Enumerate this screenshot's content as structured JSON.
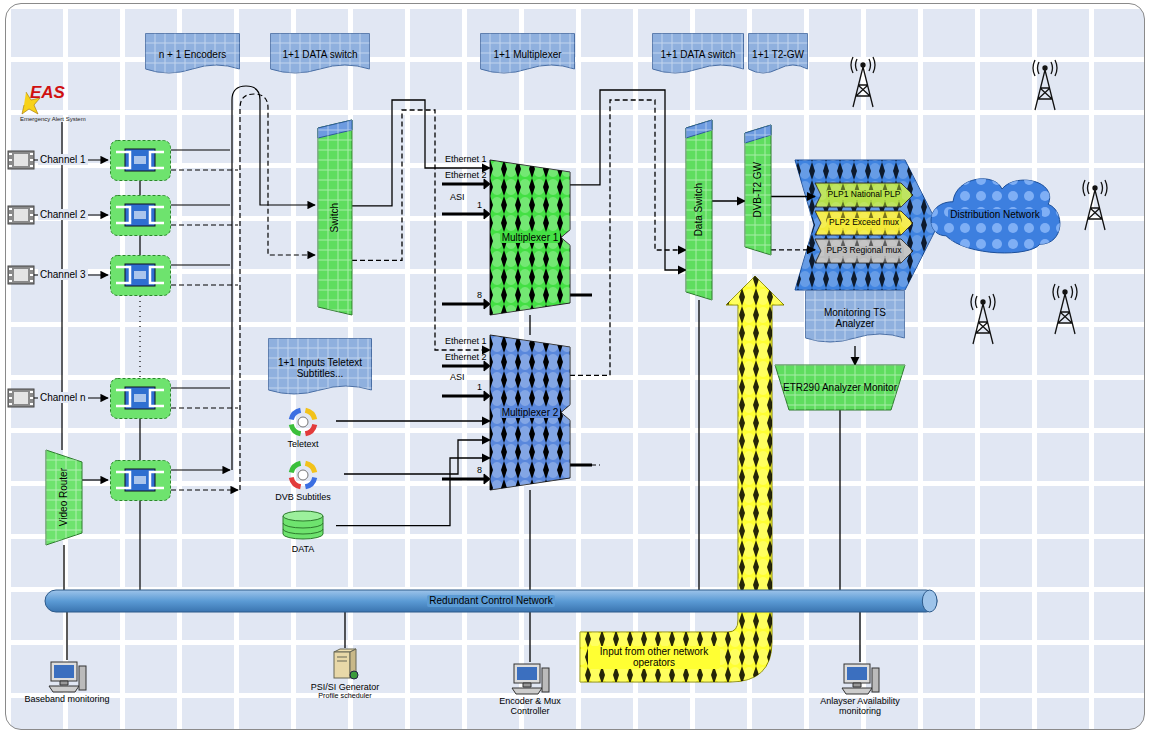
{
  "diagram": {
    "nodes": [
      {
        "text": [
          "n + 1 Encoders"
        ]
      },
      {
        "text": [
          "1+1 DATA switch"
        ]
      },
      {
        "text": [
          "1+1 Multiplexer"
        ]
      },
      {
        "text": [
          "1+1 DATA switch"
        ]
      },
      {
        "text": [
          "1+1 T2-GW"
        ]
      },
      {
        "text": [
          "Video Router"
        ]
      },
      {
        "text": [
          "Switch"
        ]
      },
      {
        "text": [
          "Multiplexer 1"
        ]
      },
      {
        "text": [
          "Multiplexer 2"
        ]
      },
      {
        "text": [
          "1+1 Inputs Teletext Subtitles..."
        ]
      },
      {
        "text": [
          "Teletext"
        ]
      },
      {
        "text": [
          "DVB Subtitles"
        ]
      },
      {
        "text": [
          "DATA"
        ]
      },
      {
        "text": [
          "Data Switch"
        ]
      },
      {
        "text": [
          "DVB-T2 GW"
        ]
      },
      {
        "text": [
          "PLP1 National PLP"
        ]
      },
      {
        "text": [
          "PLP2 Exceed mux"
        ]
      },
      {
        "text": [
          "PLP3 Regional mux"
        ]
      },
      {
        "text": [
          "Distribution Network"
        ]
      },
      {
        "text": [
          "Monitoring TS Analyzer"
        ]
      },
      {
        "text": [
          "ETR290 Analyzer Monitor"
        ]
      },
      {
        "text": [
          "Redundant Control Network"
        ]
      },
      {
        "text": [
          "Input from other network operators"
        ]
      },
      {
        "text": [
          "Baseband monitoring"
        ]
      },
      {
        "text": [
          "PSI/SI Generator",
          "Profile scheduler"
        ]
      },
      {
        "text": [
          "Encoder & Mux Controller"
        ]
      },
      {
        "text": [
          "Anlayser Availability monitoring"
        ]
      }
    ],
    "edges": [
      {
        "from": 6,
        "to": 7,
        "arrow": "to"
      },
      {
        "from": 6,
        "to": 8,
        "arrow": "to"
      },
      {
        "from": 7,
        "to": 13,
        "arrow": "to"
      },
      {
        "from": 8,
        "to": 13,
        "arrow": "to"
      },
      {
        "from": 13,
        "to": 14,
        "arrow": "to"
      },
      {
        "from": 14,
        "to": 15,
        "arrow": "to"
      },
      {
        "from": 14,
        "to": 17,
        "arrow": "to"
      },
      {
        "from": 19,
        "to": 20,
        "arrow": "to"
      },
      {
        "from": 10,
        "to": 8,
        "arrow": "to"
      },
      {
        "from": 11,
        "to": 8,
        "arrow": "to"
      },
      {
        "from": 12,
        "to": 8,
        "arrow": "to"
      },
      {
        "from": 7,
        "to": 8,
        "arrow": "none"
      },
      {
        "from": 5,
        "to": 21,
        "arrow": "none"
      },
      {
        "from": 8,
        "to": 21,
        "arrow": "none"
      },
      {
        "from": 13,
        "to": 21,
        "arrow": "none"
      },
      {
        "from": 20,
        "to": 21,
        "arrow": "none"
      },
      {
        "from": 23,
        "to": 21,
        "arrow": "none"
      },
      {
        "from": 24,
        "to": 21,
        "arrow": "none"
      },
      {
        "from": 25,
        "to": 21,
        "arrow": "none"
      },
      {
        "from": 26,
        "to": 21,
        "arrow": "none"
      }
    ],
    "labels": [
      "EAS",
      "Emergency Alert System",
      "Channel 1",
      "Channel 2",
      "Channel 3",
      "Channel n",
      "Ethernet 1",
      "Ethernet 2",
      "ASI",
      "1",
      "8",
      "Ethernet 1",
      "Ethernet 2",
      "ASI",
      "1",
      "8"
    ]
  }
}
